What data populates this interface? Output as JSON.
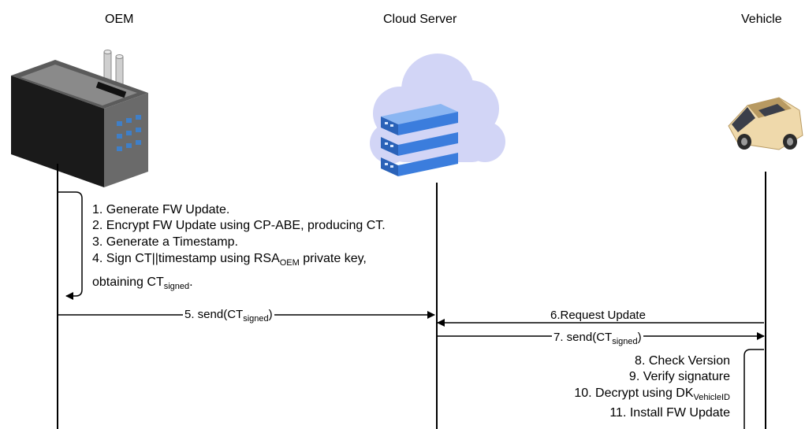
{
  "actors": {
    "oem": "OEM",
    "cloud": "Cloud Server",
    "vehicle": "Vehicle"
  },
  "icons": {
    "oem": "factory-icon",
    "cloud": "cloud-server-icon",
    "vehicle": "car-icon"
  },
  "oem_steps": {
    "s1": "1. Generate FW Update.",
    "s2": "2. Encrypt FW Update using CP-ABE, producing CT.",
    "s3": "3. Generate a Timestamp.",
    "s4_a": "4. Sign CT||timestamp using RSA",
    "s4_sub": "OEM",
    "s4_b": " private key,",
    "s4_c": "obtaining CT",
    "s4_c_sub": "signed",
    "s4_c_end": "."
  },
  "messages": {
    "m5_a": "5. send(CT",
    "m5_sub": "signed",
    "m5_b": ")",
    "m6": "6.Request Update",
    "m7_a": "7. send(CT",
    "m7_sub": "signed",
    "m7_b": ")"
  },
  "vehicle_steps": {
    "s8": "8. Check Version",
    "s9": "9. Verify signature",
    "s10_a": "10. Decrypt using DK",
    "s10_sub": "VehicleID",
    "s11": "11. Install FW Update"
  },
  "colors": {
    "server_blue": "#3b7ddd",
    "cloud_lavender": "#d2d5f6",
    "car_beige": "#efd9ab",
    "factory_dark": "#3e3e3e"
  }
}
